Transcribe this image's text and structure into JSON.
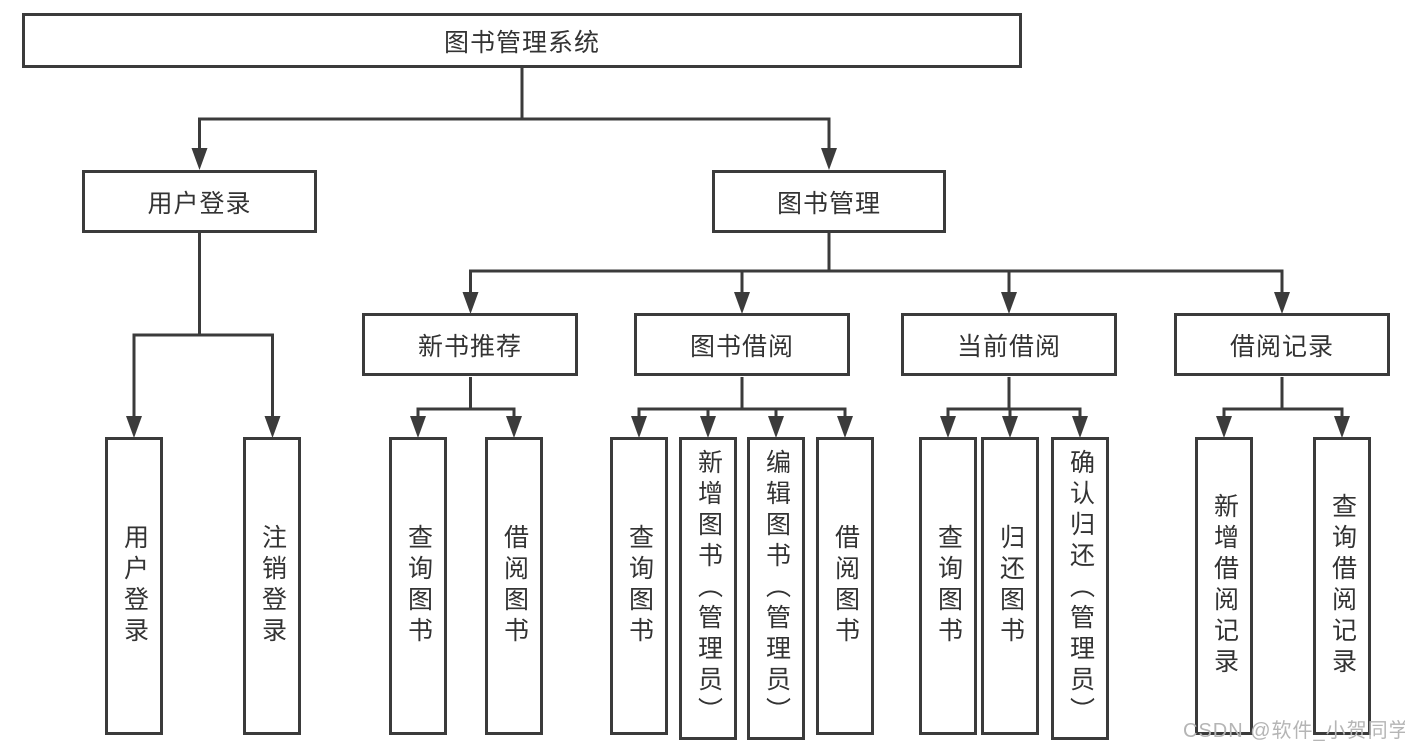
{
  "diagram": {
    "root": {
      "label": "图书管理系统"
    },
    "level2": [
      {
        "label": "用户登录"
      },
      {
        "label": "图书管理"
      }
    ],
    "level3": [
      {
        "label": "新书推荐"
      },
      {
        "label": "图书借阅"
      },
      {
        "label": "当前借阅"
      },
      {
        "label": "借阅记录"
      }
    ],
    "leaves": [
      {
        "label": "用户登录",
        "parent": "用户登录"
      },
      {
        "label": "注销登录",
        "parent": "用户登录"
      },
      {
        "label": "查询图书",
        "parent": "新书推荐"
      },
      {
        "label": "借阅图书",
        "parent": "新书推荐"
      },
      {
        "label": "查询图书",
        "parent": "图书借阅"
      },
      {
        "label": "新增图书（管理员）",
        "parent": "图书借阅"
      },
      {
        "label": "编辑图书（管理员）",
        "parent": "图书借阅"
      },
      {
        "label": "借阅图书",
        "parent": "图书借阅"
      },
      {
        "label": "查询图书",
        "parent": "当前借阅"
      },
      {
        "label": "归还图书",
        "parent": "当前借阅"
      },
      {
        "label": "确认归还（管理员）",
        "parent": "当前借阅"
      },
      {
        "label": "新增借阅记录",
        "parent": "借阅记录"
      },
      {
        "label": "查询借阅记录",
        "parent": "借阅记录"
      }
    ]
  },
  "watermark": "CSDN @软件_小贺同学",
  "colors": {
    "line": "#3b3b3b",
    "text": "#333333",
    "watermark": "#b5b5b5",
    "background": "#ffffff"
  }
}
